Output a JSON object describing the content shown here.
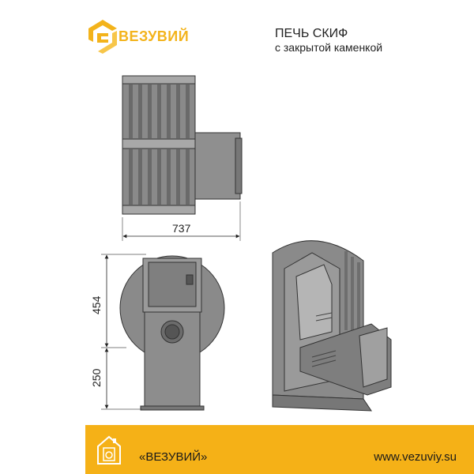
{
  "header": {
    "brand": "ВЕЗУВИЙ",
    "title": "ПЕЧЬ СКИФ",
    "subtitle": "с закрытой каменкой"
  },
  "dimensions": {
    "width_top": "737",
    "height_upper": "454",
    "height_lower": "250"
  },
  "footer": {
    "brand": "«ВЕЗУВИЙ»",
    "url": "www.vezuviy.su"
  },
  "colors": {
    "brand_yellow": "#f5b117",
    "metal_gray": "#8a8a8a",
    "dark_metal": "#5a5a5a"
  },
  "icons": [
    "brand-logo-icon",
    "house-stove-icon"
  ]
}
